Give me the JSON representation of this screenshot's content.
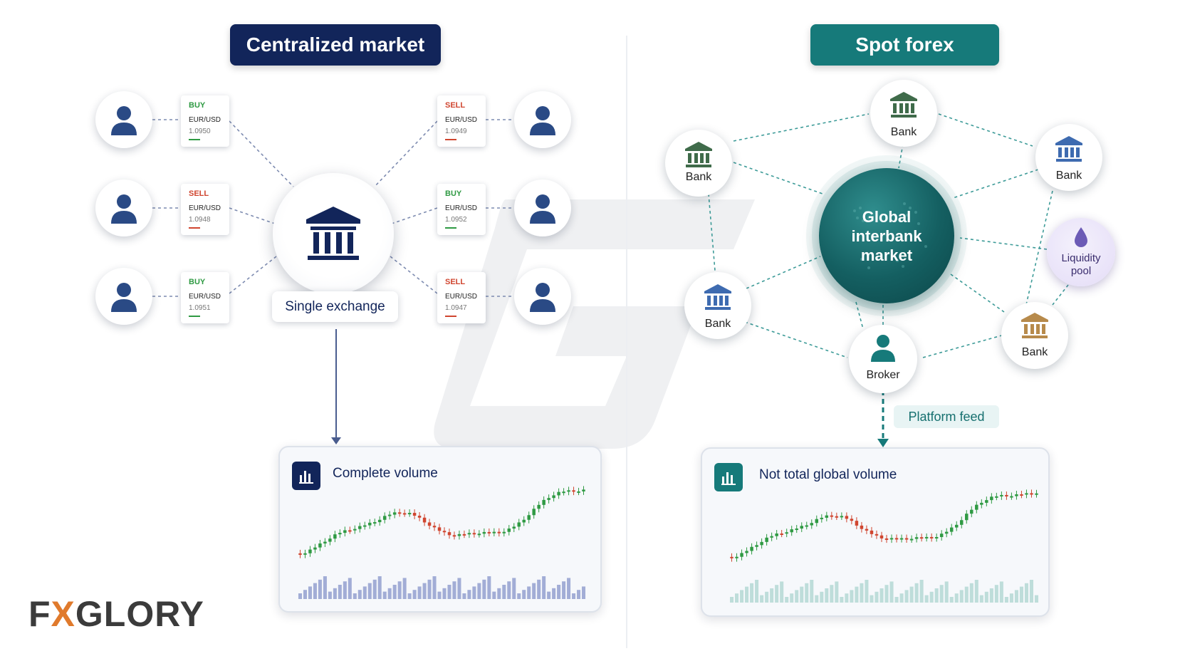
{
  "left": {
    "title": "Centralized market",
    "exchange_label": "Single exchange",
    "tickets": [
      {
        "side": "BUY",
        "pair": "EUR/USD",
        "price": "1.0950"
      },
      {
        "side": "SELL",
        "pair": "EUR/USD",
        "price": "1.0948"
      },
      {
        "side": "BUY",
        "pair": "EUR/USD",
        "price": "1.0951"
      },
      {
        "side": "SELL",
        "pair": "EUR/USD",
        "price": "1.0949"
      },
      {
        "side": "BUY",
        "pair": "EUR/USD",
        "price": "1.0952"
      },
      {
        "side": "SELL",
        "pair": "EUR/USD",
        "price": "1.0947"
      }
    ],
    "panel_title": "Complete volume"
  },
  "right": {
    "title": "Spot forex",
    "globe_label": "Global interbank market",
    "nodes": [
      {
        "id": "bank-top",
        "label": "Bank"
      },
      {
        "id": "bank-upper-left",
        "label": "Bank"
      },
      {
        "id": "bank-upper-right",
        "label": "Bank"
      },
      {
        "id": "bank-lower-left",
        "label": "Bank"
      },
      {
        "id": "bank-lower-right",
        "label": "Bank"
      },
      {
        "id": "broker",
        "label": "Broker"
      }
    ],
    "liquidity_label": "Liquidity pool",
    "feed_label": "Platform feed",
    "panel_title": "Not total global volume"
  },
  "logo": {
    "part1": "F",
    "part2": "X",
    "part3": "GLORY"
  },
  "colors": {
    "navy": "#12255a",
    "teal": "#167a7a",
    "buy": "#2f9a43",
    "sell": "#d0452f",
    "bank_green": "#3f6b4a",
    "bank_blue": "#3e6bb0",
    "bank_gold": "#b78a4b",
    "liquidity": "#6c5bb6"
  },
  "icons": {
    "trader": "person-icon",
    "exchange": "bank-building-icon",
    "panel": "bar-chart-icon",
    "liquidity": "droplet-icon"
  }
}
